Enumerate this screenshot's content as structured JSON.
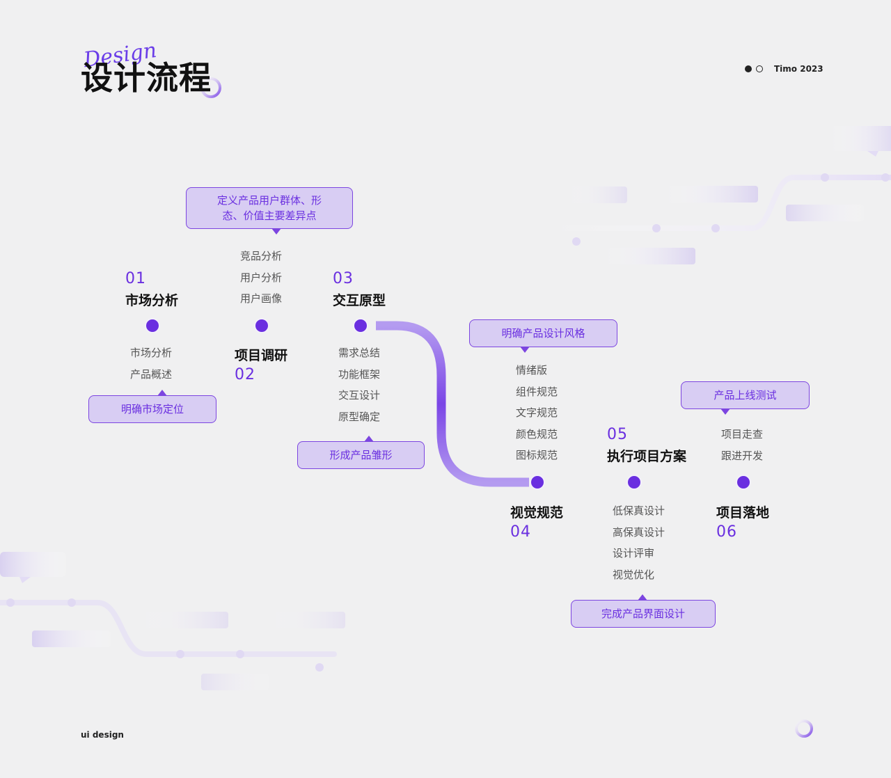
{
  "header": {
    "title": "设计流程",
    "brand": "Timo 2023"
  },
  "footer": {
    "label": "ui  design"
  },
  "colors": {
    "accent": "#6a2fe0",
    "bubble_bg": "#d8cdf3",
    "track": "#ddd3f4"
  },
  "steps": [
    {
      "num": "01",
      "title": "市场分析",
      "items": [
        "市场分析",
        "产品概述"
      ],
      "note": "明确市场定位"
    },
    {
      "num": "02",
      "title": "项目调研",
      "items": [
        "竞品分析",
        "用户分析",
        "用户画像"
      ],
      "note": "定义产品用户群体、形态、价值主要差异点"
    },
    {
      "num": "03",
      "title": "交互原型",
      "items": [
        "需求总结",
        "功能框架",
        "交互设计",
        "原型确定"
      ],
      "note": "形成产品雏形"
    },
    {
      "num": "04",
      "title": "视觉规范",
      "items": [
        "情绪版",
        "组件规范",
        "文字规范",
        "颜色规范",
        "图标规范"
      ],
      "note": "明确产品设计风格"
    },
    {
      "num": "05",
      "title": "执行项目方案",
      "items": [
        "低保真设计",
        "高保真设计",
        "设计评审",
        "视觉优化"
      ],
      "note": "完成产品界面设计"
    },
    {
      "num": "06",
      "title": "项目落地",
      "items": [
        "项目走查",
        "跟进开发"
      ],
      "note": "产品上线测试"
    }
  ]
}
